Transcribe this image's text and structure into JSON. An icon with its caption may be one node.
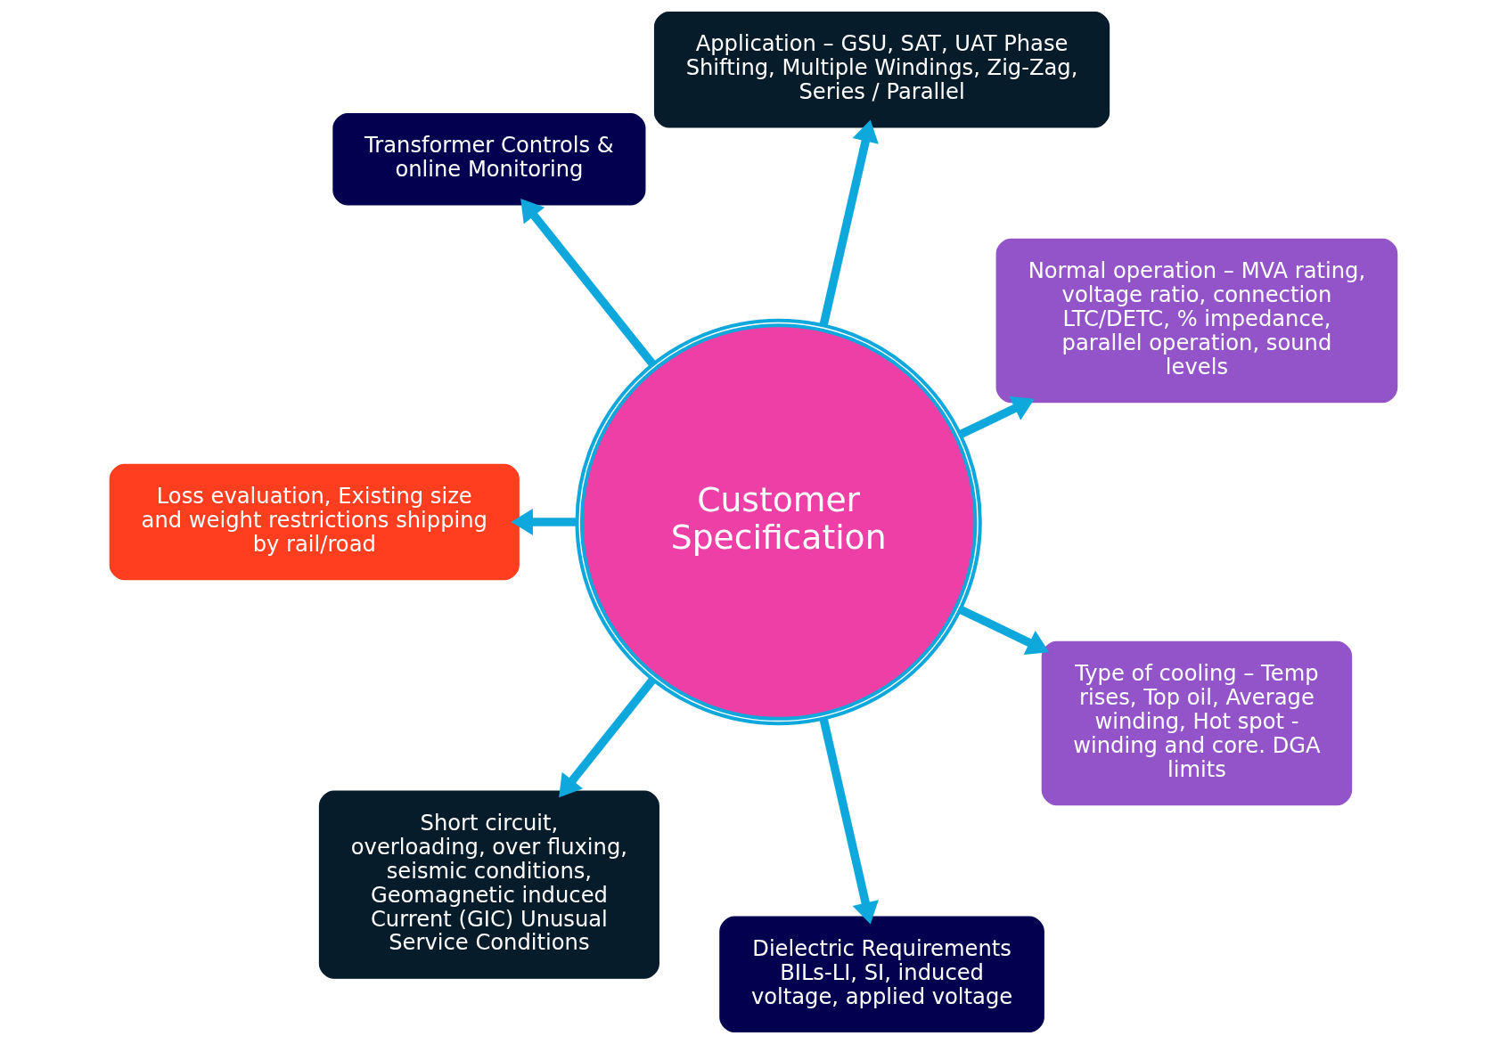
{
  "diagram": {
    "nodes": [
      {
        "text": [
          "Normal operation – MVA rating, voltage ratio, connection LTC/DETC, % impedance, parallel operation, sound levels"
        ]
      },
      {
        "text": [
          "Application – GSU, SAT, UAT Phase Shifting, Multiple Windings, Zig-Zag, Series / Parallel"
        ]
      },
      {
        "text": [
          "Transformer Controls & online Monitoring"
        ]
      },
      {
        "text": [
          "Customer Specification"
        ]
      },
      {
        "text": [
          "Loss evaluation, Existing size and weight restrictions shipping by rail/road"
        ]
      },
      {
        "text": [
          "Short circuit, overloading, over fluxing, seismic conditions, Geomagnetic induced Current (GIC) Unusual Service Conditions"
        ]
      },
      {
        "text": [
          "Dielectric Requirements BILs-LI, SI, induced voltage, applied voltage"
        ]
      },
      {
        "text": [
          "Type of cooling – Temp rises, Top oil, Average winding, Hot spot - winding and core. DGA limits"
        ]
      }
    ],
    "edges": [
      {
        "from": 3,
        "to": 0,
        "arrow": "to"
      },
      {
        "from": 3,
        "to": 1,
        "arrow": "to"
      },
      {
        "from": 3,
        "to": 2,
        "arrow": "to"
      },
      {
        "from": 3,
        "to": 4,
        "arrow": "to"
      },
      {
        "from": 3,
        "to": 5,
        "arrow": "to"
      },
      {
        "from": 3,
        "to": 6,
        "arrow": "to"
      },
      {
        "from": 3,
        "to": 7,
        "arrow": "to"
      }
    ]
  }
}
